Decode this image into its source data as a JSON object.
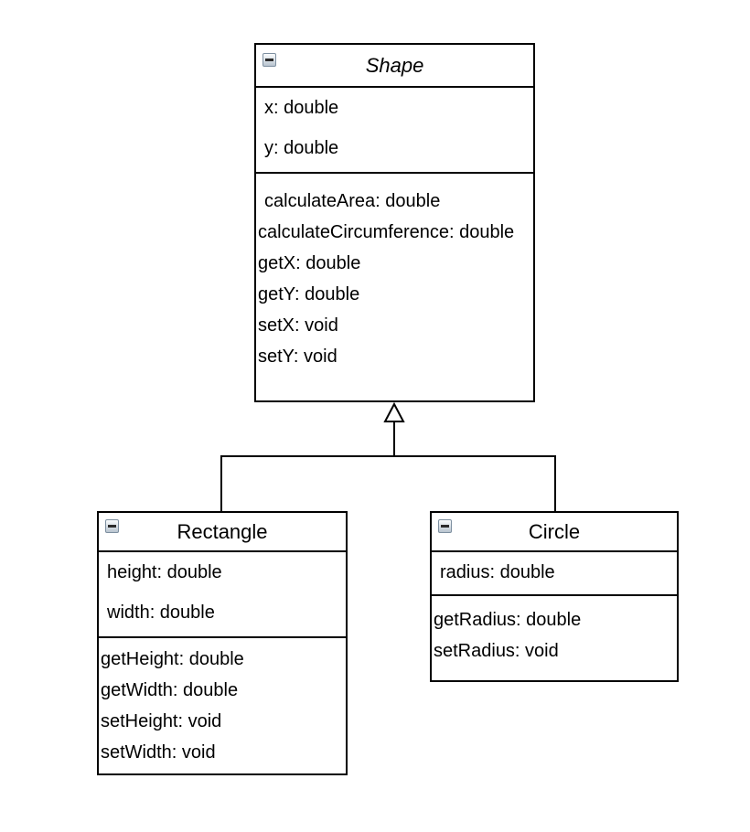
{
  "diagram": {
    "background_color": "#ffffff",
    "line_color": "#000000",
    "collapse_icon": "minus-collapse",
    "classes": [
      {
        "name": "Shape",
        "abstract": true,
        "attributes": [
          "x: double",
          "y: double"
        ],
        "methods": [
          "calculateArea: double",
          "calculateCircumference: double",
          "getX: double",
          "getY: double",
          "setX: void",
          "setY: void"
        ]
      },
      {
        "name": "Rectangle",
        "abstract": false,
        "attributes": [
          "height: double",
          "width: double"
        ],
        "methods": [
          "getHeight: double",
          "getWidth: double",
          "setHeight: void",
          "setWidth: void"
        ]
      },
      {
        "name": "Circle",
        "abstract": false,
        "attributes": [
          "radius: double"
        ],
        "methods": [
          "getRadius: double",
          "setRadius: void"
        ]
      }
    ],
    "relationships": [
      {
        "type": "generalization",
        "from": "Rectangle",
        "to": "Shape"
      },
      {
        "type": "generalization",
        "from": "Circle",
        "to": "Shape"
      }
    ]
  }
}
